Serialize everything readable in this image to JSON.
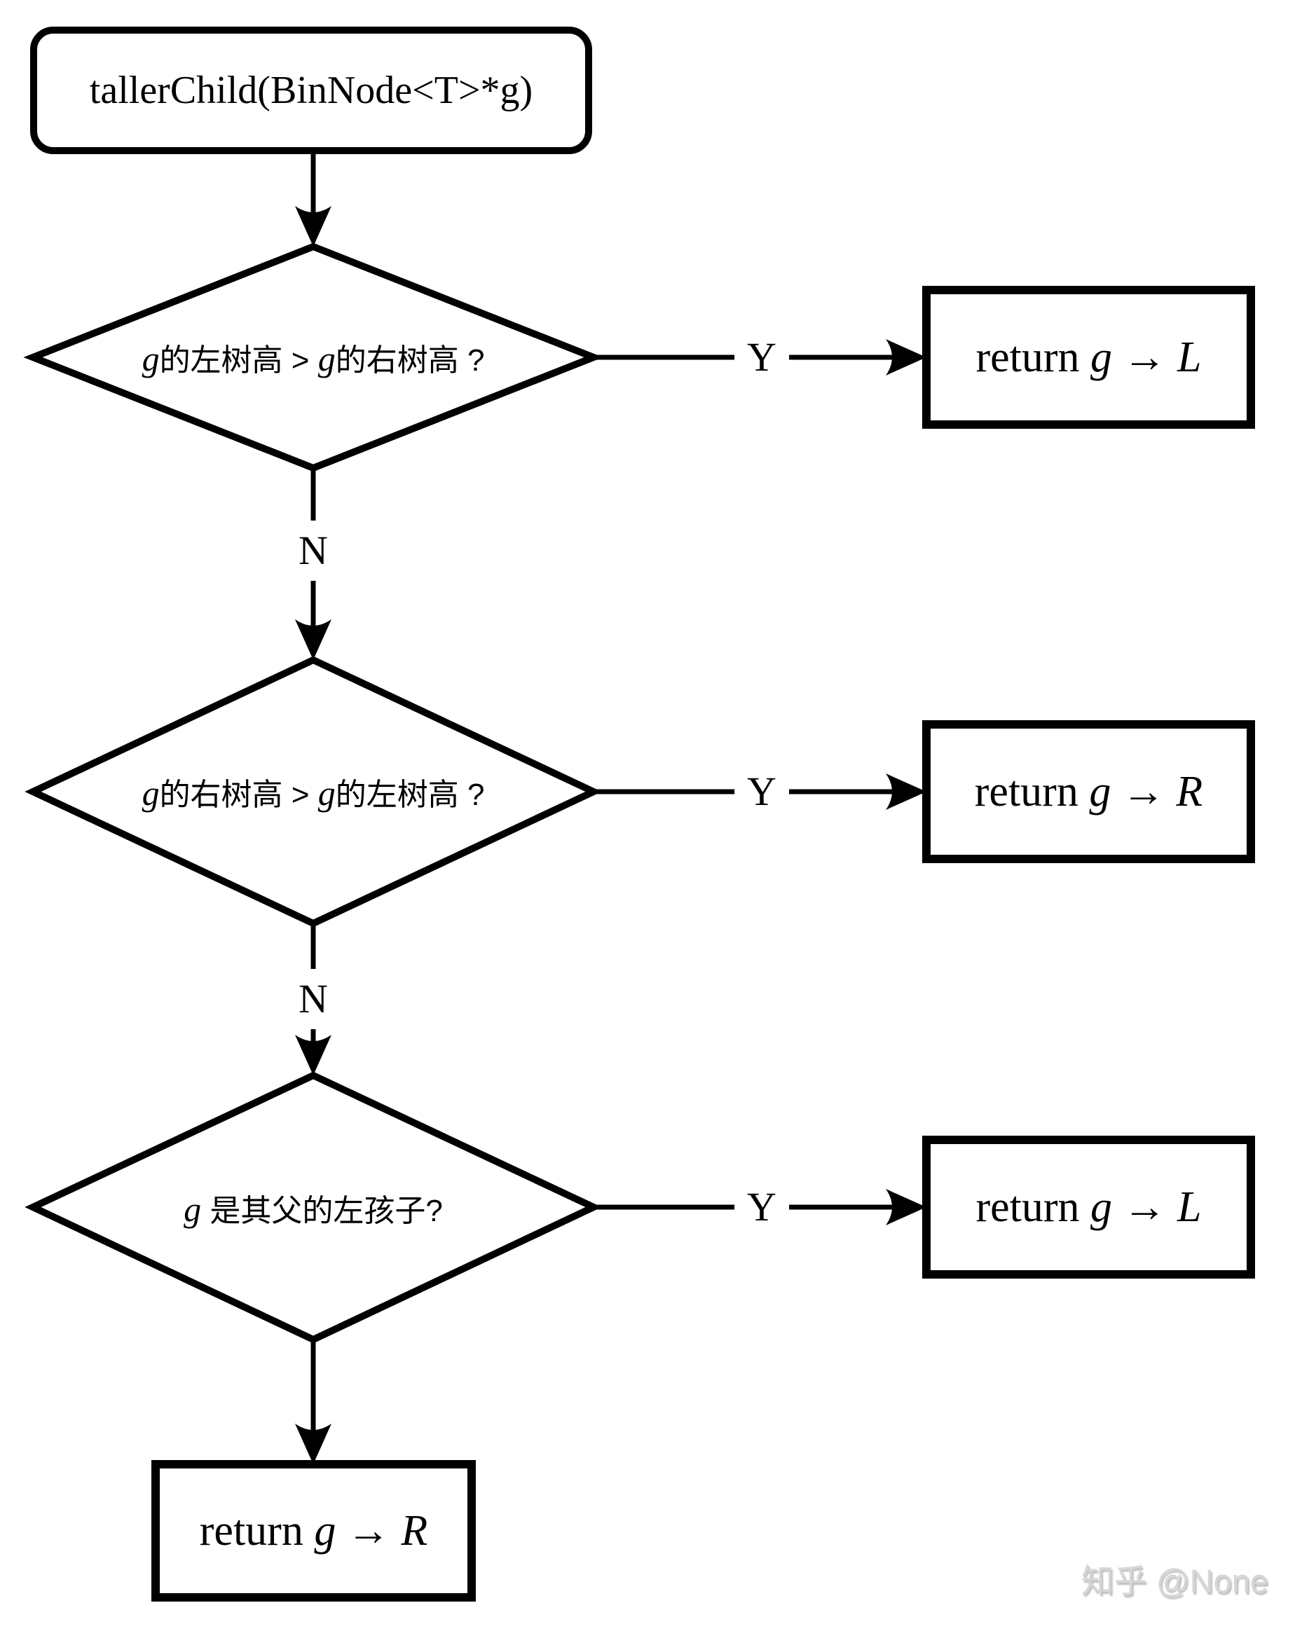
{
  "flowchart": {
    "start": {
      "label": "tallerChild(BinNode<T>*g)"
    },
    "decisions": [
      {
        "parts": [
          "g",
          "的左树高 > ",
          "g",
          "的右树高 ?"
        ]
      },
      {
        "parts": [
          "g",
          "的右树高 > ",
          "g",
          "的左树高 ?"
        ]
      },
      {
        "parts": [
          "g",
          " 是其父的左孩子?",
          "",
          ""
        ]
      }
    ],
    "results": [
      {
        "kw": "return ",
        "var": "g",
        "arrow": " → ",
        "out": "L"
      },
      {
        "kw": "return ",
        "var": "g",
        "arrow": " → ",
        "out": "R"
      },
      {
        "kw": "return ",
        "var": "g",
        "arrow": " → ",
        "out": "L"
      },
      {
        "kw": "return ",
        "var": "g",
        "arrow": " → ",
        "out": "R"
      }
    ],
    "edge_labels": {
      "yes": "Y",
      "no": "N"
    }
  },
  "watermark": {
    "text": "知乎 @None"
  },
  "colors": {
    "stroke": "#000000",
    "background": "#ffffff",
    "watermark": "#d6d6d6"
  }
}
